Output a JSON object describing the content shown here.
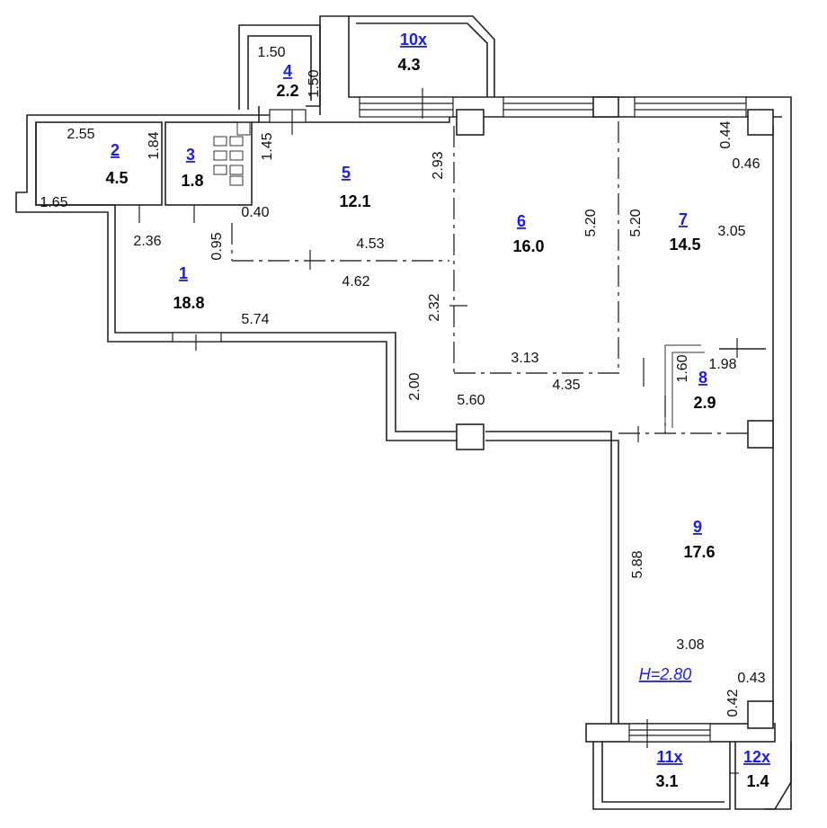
{
  "rooms": [
    {
      "number": "1",
      "area": "18.8"
    },
    {
      "number": "2",
      "area": "4.5"
    },
    {
      "number": "3",
      "area": "1.8"
    },
    {
      "number": "4",
      "area": "2.2"
    },
    {
      "number": "5",
      "area": "12.1"
    },
    {
      "number": "6",
      "area": "16.0"
    },
    {
      "number": "7",
      "area": "14.5"
    },
    {
      "number": "8",
      "area": "2.9"
    },
    {
      "number": "9",
      "area": "17.6"
    },
    {
      "number": "10x",
      "area": "4.3"
    },
    {
      "number": "11x",
      "area": "3.1"
    },
    {
      "number": "12x",
      "area": "1.4"
    }
  ],
  "ceiling_height": "H=2.80",
  "dimensions": {
    "d_1_50_top": "1.50",
    "d_1_50_side": "1.50",
    "d_2_55": "2.55",
    "d_1_84": "1.84",
    "d_1_45": "1.45",
    "d_1_65": "1.65",
    "d_0_40": "0.40",
    "d_2_36": "2.36",
    "d_0_95": "0.95",
    "d_4_53": "4.53",
    "d_4_62": "4.62",
    "d_2_93": "2.93",
    "d_5_20_left": "5.20",
    "d_5_20_right": "5.20",
    "d_0_44": "0.44",
    "d_0_46": "0.46",
    "d_3_05": "3.05",
    "d_2_32": "2.32",
    "d_5_74": "5.74",
    "d_3_13": "3.13",
    "d_4_35": "4.35",
    "d_1_60": "1.60",
    "d_1_98": "1.98",
    "d_2_00": "2.00",
    "d_5_60": "5.60",
    "d_5_88": "5.88",
    "d_3_08": "3.08",
    "d_0_43": "0.43",
    "d_0_42": "0.42"
  }
}
